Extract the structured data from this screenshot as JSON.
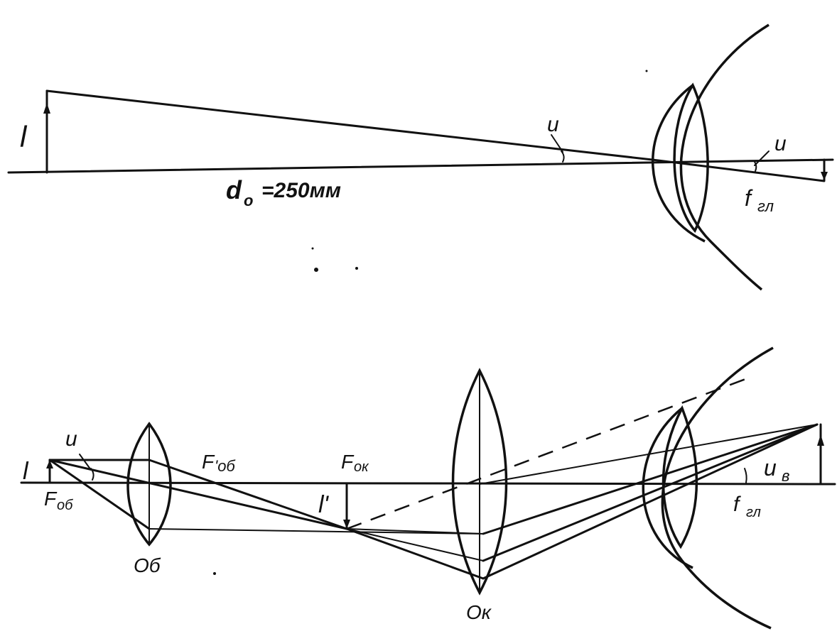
{
  "top_diagram": {
    "object_label": "l",
    "angle_label_left": "u",
    "angle_label_right": "u",
    "distance_label": "d",
    "distance_subscript": "o",
    "distance_value": "=250мм",
    "retina_label": "f",
    "retina_subscript": "гл"
  },
  "bottom_diagram": {
    "object_label": "l",
    "angle_label": "u",
    "focus_objective_label": "F",
    "focus_objective_subscript": "об",
    "focus_objective_prime_label": "F",
    "focus_objective_prime_subscript": "'об",
    "focus_eyepiece_label": "F",
    "focus_eyepiece_subscript": "ок",
    "intermediate_image_label": "l'",
    "objective_label": "Об",
    "eyepiece_label": "Ок",
    "angle_eye_label": "u",
    "angle_eye_subscript": "в",
    "retina_label": "f",
    "retina_subscript": "гл"
  }
}
